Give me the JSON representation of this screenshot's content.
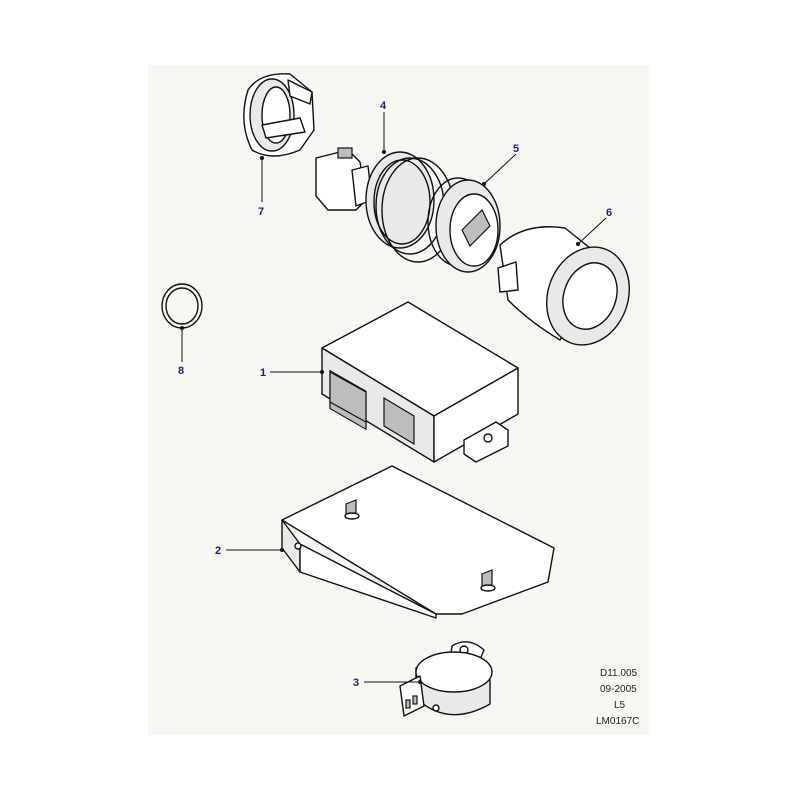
{
  "callouts": {
    "c1": "1",
    "c2": "2",
    "c3": "3",
    "c4": "4",
    "c5": "5",
    "c6": "6",
    "c7": "7",
    "c8": "8"
  },
  "reference_block": {
    "line1": "D11.005",
    "line2": "09-2005",
    "line3": "L5",
    "line4": "LM0167C"
  },
  "colors": {
    "background": "#f7f6f0",
    "callout_text": "#1a237e",
    "line": "#111111"
  }
}
